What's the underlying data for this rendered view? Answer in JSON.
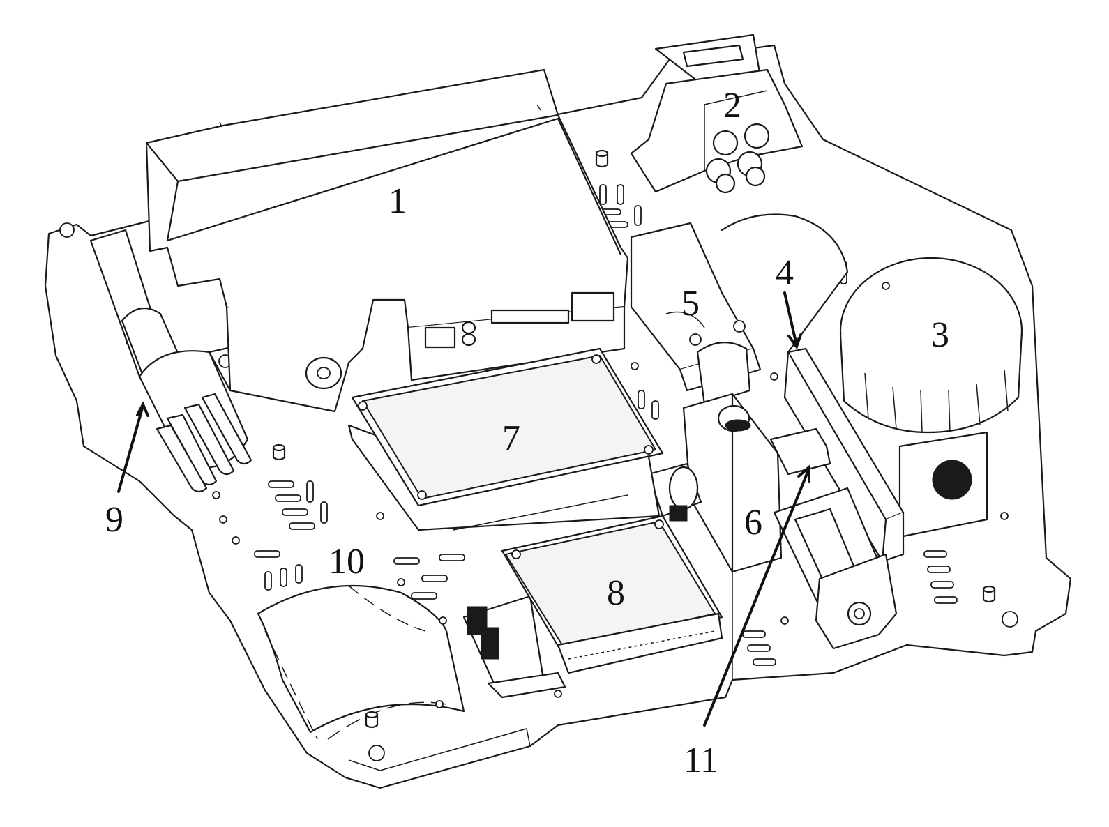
{
  "figure": {
    "background": "#ffffff",
    "line_color": "#1a1a1a"
  },
  "callouts": [
    {
      "id": "1",
      "text": "1"
    },
    {
      "id": "2",
      "text": "2"
    },
    {
      "id": "3",
      "text": "3"
    },
    {
      "id": "4",
      "text": "4"
    },
    {
      "id": "5",
      "text": "5"
    },
    {
      "id": "6",
      "text": "6"
    },
    {
      "id": "7",
      "text": "7"
    },
    {
      "id": "8",
      "text": "8"
    },
    {
      "id": "9",
      "text": "9"
    },
    {
      "id": "10",
      "text": "10"
    },
    {
      "id": "11",
      "text": "11"
    }
  ]
}
